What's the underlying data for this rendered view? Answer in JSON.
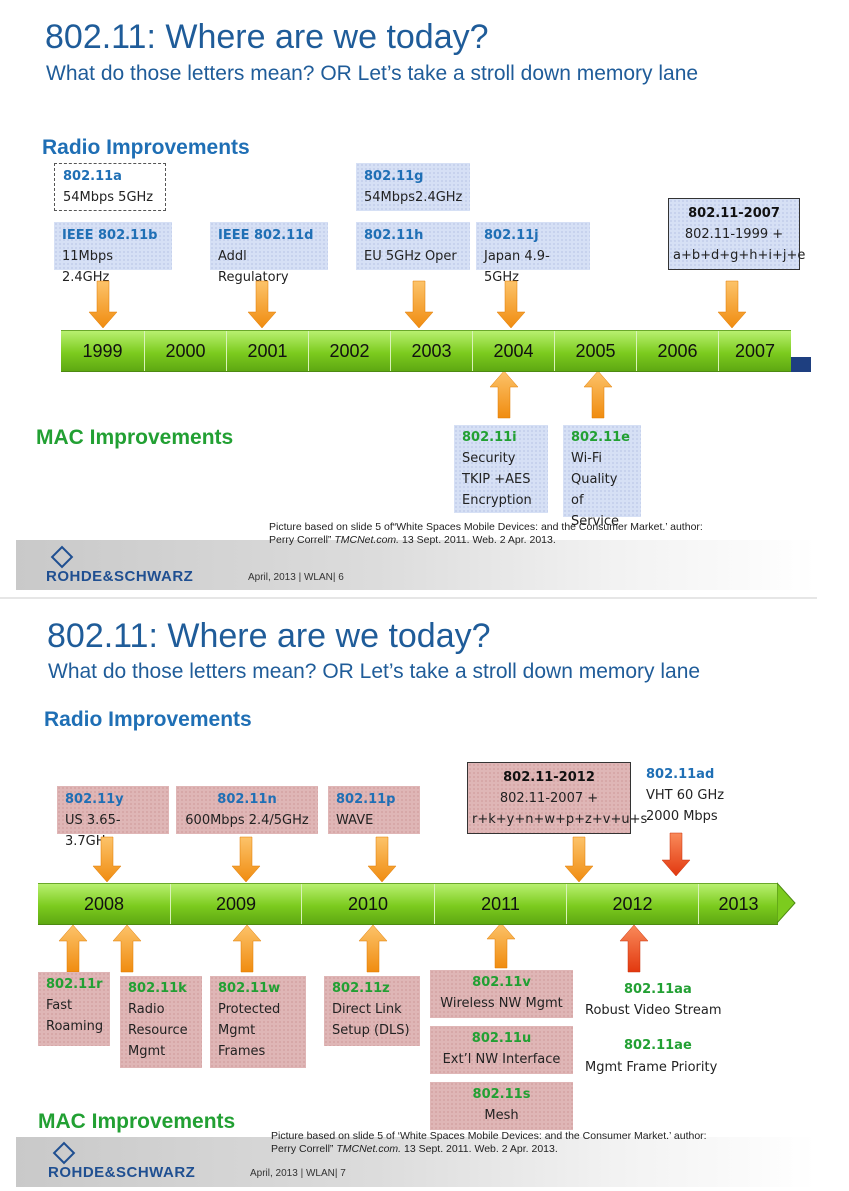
{
  "slide1": {
    "title": "802.11: Where are we today?",
    "subtitle": "What do those letters mean? OR Let’s take a stroll down memory lane",
    "radio_heading": "Radio Improvements",
    "mac_heading": "MAC Improvements",
    "years": [
      "1999",
      "2000",
      "2001",
      "2002",
      "2003",
      "2004",
      "2005",
      "2006",
      "2007"
    ],
    "radio_boxes": [
      {
        "code": "802.11a",
        "desc": "54Mbps 5GHz"
      },
      {
        "code": "IEEE 802.11b",
        "desc": "11Mbps 2.4GHz"
      },
      {
        "code": "IEEE 802.11d",
        "desc": "Addl Regulatory"
      },
      {
        "code": "802.11g",
        "desc": "54Mbps2.4GHz"
      },
      {
        "code": "802.11h",
        "desc": "EU 5GHz Oper"
      },
      {
        "code": "802.11j",
        "desc": "Japan 4.9-5GHz"
      },
      {
        "code": "802.11-2007",
        "line1": "802.11-1999 +",
        "line2": "a+b+d+g+h+i+j+e"
      }
    ],
    "mac_boxes": [
      {
        "code": "802.11i",
        "desc1": "Security",
        "desc2": "TKIP +AES",
        "desc3": "Encryption"
      },
      {
        "code": "802.11e",
        "desc1": "Wi-Fi",
        "desc2": "Quality of",
        "desc3": "Service"
      }
    ],
    "credit1": "Picture based on slide 5 of“White Spaces Mobile Devices: and the Consumer Market.’ author:",
    "credit2_a": "Perry Correll” ",
    "credit2_b": "TMCNet.com.",
    "credit2_c": " 13 Sept. 2011. Web. 2 Apr. 2013.",
    "footer": "April, 2013  |  WLAN|  6",
    "logo": "ROHDE&SCHWARZ"
  },
  "slide2": {
    "title": "802.11: Where are we today?",
    "subtitle": "What do those letters mean? OR Let’s take a stroll down memory lane",
    "radio_heading": "Radio Improvements",
    "mac_heading": "MAC Improvements",
    "years": [
      "2008",
      "2009",
      "2010",
      "2011",
      "2012",
      "2013"
    ],
    "radio_boxes": [
      {
        "code": "802.11y",
        "desc": "US 3.65-3.7GHz"
      },
      {
        "code": "802.11n",
        "desc": "600Mbps 2.4/5GHz"
      },
      {
        "code": "802.11p",
        "desc": "WAVE"
      },
      {
        "code": "802.11-2012",
        "line1": "802.11-2007 +",
        "line2": "r+k+y+n+w+p+z+v+u+s"
      },
      {
        "code": "802.11ad",
        "desc1": "VHT 60 GHz",
        "desc2": "2000 Mbps"
      }
    ],
    "mac_boxes": [
      {
        "code": "802.11r",
        "desc1": "Fast",
        "desc2": "Roaming"
      },
      {
        "code": "802.11k",
        "desc1": "Radio",
        "desc2": "Resource",
        "desc3": "Mgmt"
      },
      {
        "code": "802.11w",
        "desc1": "Protected",
        "desc2": "Mgmt",
        "desc3": "Frames"
      },
      {
        "code": "802.11z",
        "desc1": "Direct Link",
        "desc2": "Setup (DLS)"
      },
      {
        "code": "802.11v",
        "desc": "Wireless NW Mgmt"
      },
      {
        "code": "802.11u",
        "desc": "Ext’l NW Interface"
      },
      {
        "code": "802.11s",
        "desc": "Mesh"
      },
      {
        "code": "802.11aa",
        "desc": "Robust Video Stream"
      },
      {
        "code": "802.11ae",
        "desc": "Mgmt Frame Priority"
      }
    ],
    "credit1": "Picture based on slide 5 of ‘White Spaces Mobile Devices: and the Consumer Market.’ author:",
    "credit2_a": "Perry Correll” ",
    "credit2_b": "TMCNet.com.",
    "credit2_c": " 13 Sept. 2011. Web. 2 Apr. 2013.",
    "footer": "April, 2013  |  WLAN|  7",
    "logo": "ROHDE&SCHWARZ"
  },
  "colors": {
    "title": "#1f5c99",
    "radio": "#1f6fb5",
    "mac": "#22a033",
    "arrow_orange": "#f59a1e",
    "arrow_red": "#e8481a",
    "timeline_green": "#7ccb1e",
    "logo": "#1f4f91"
  }
}
